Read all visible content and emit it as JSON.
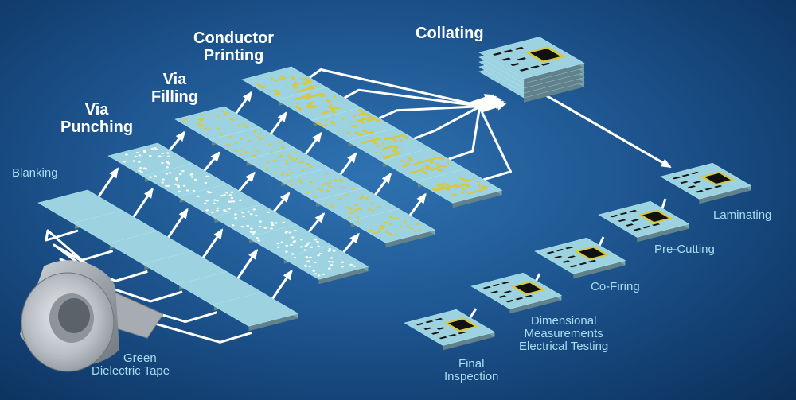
{
  "labels": {
    "via_punching": [
      "Via",
      "Punching"
    ],
    "via_filling": [
      "Via",
      "Filling"
    ],
    "conductor_printing": [
      "Conductor",
      "Printing"
    ],
    "collating": "Collating",
    "blanking": "Blanking",
    "green_tape": [
      "Green",
      "Dielectric Tape"
    ],
    "laminating": "Laminating",
    "pre_cutting": "Pre-Cutting",
    "co_firing": "Co-Firing",
    "testing": [
      "Dimensional",
      "Measurements",
      "Electrical Testing"
    ],
    "final_inspection": [
      "Final",
      "Inspection"
    ]
  },
  "colors": {
    "background": "#1f5893",
    "sheet": "#9dd2e0",
    "conductor": "#d9c93a",
    "chip": "#111111",
    "arrow": "#ffffff",
    "title_text": "#ffffff",
    "step_text": "#a9dcf2"
  },
  "icons": [
    "green-tape-roll-icon",
    "ceramic-sheet-icon",
    "chip-icon"
  ]
}
